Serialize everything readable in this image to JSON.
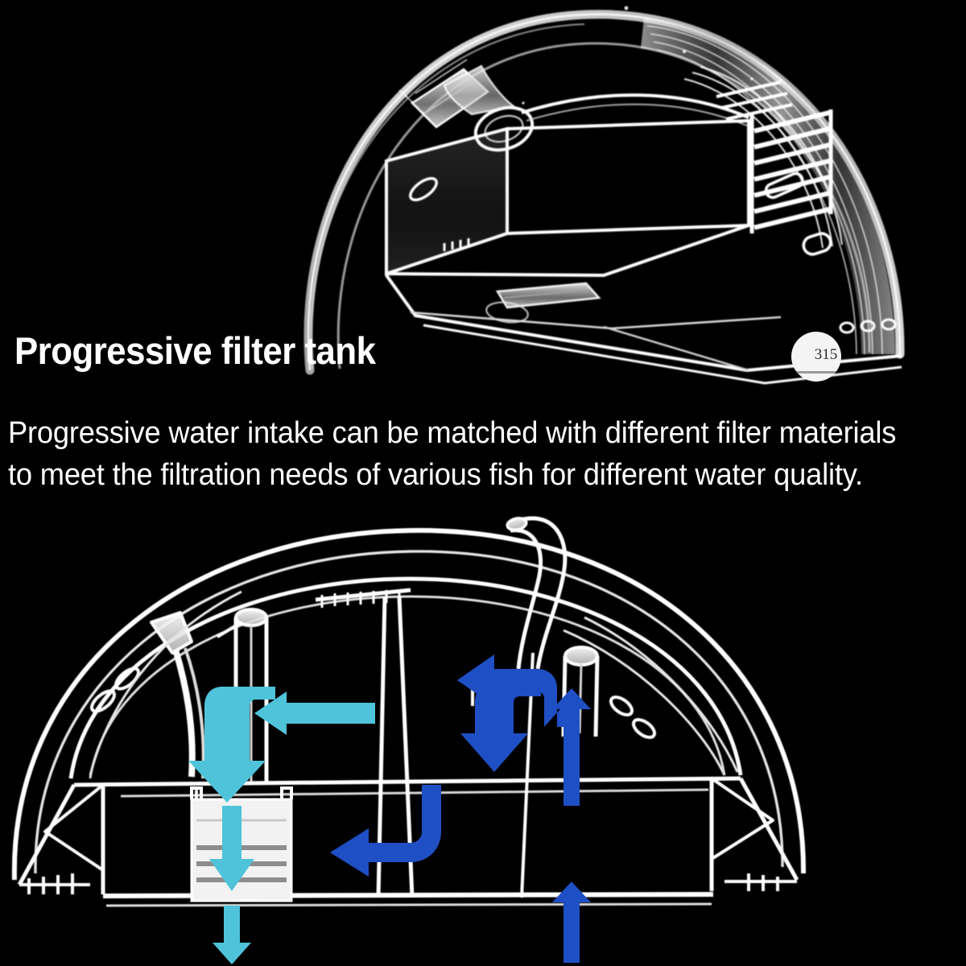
{
  "page": {
    "background_color": "#000000",
    "text_color": "#ffffff",
    "headline": "Progressive filter tank",
    "body_lines": [
      "Progressive water intake can be matched with different filter materials",
      "to meet the filtration needs of various fish for different water quality."
    ],
    "body_text_full": "Progressive water intake can be matched with different filter materials to meet the filtration needs of various fish for different water quality."
  },
  "badge": {
    "label": "315",
    "shape": "circle",
    "fill_color": "#f4f4f4",
    "text_color": "#2a2a2a"
  },
  "product_photo": {
    "caption_implied": "Transparent acrylic arch-shaped progressive filter tank, three-quarter view",
    "subject": "progressive-filter-tank",
    "material": "clear acrylic",
    "line_color": "#ffffff",
    "features": [
      "domed semicircular outer shell",
      "hanging bracket clip on top left",
      "circular intake port",
      "slotted comb-toothed water inlet grille on right wall",
      "ribbed channel wall on right",
      "oval overflow openings",
      "flat base tray with drainage slots"
    ]
  },
  "flow_diagram": {
    "title_implied": "Water flow path through progressive filter tank",
    "outline_color": "#ffffff",
    "stroke_width": 5,
    "flow_colors": {
      "intake_cyan": "#4FC3D9",
      "return_blue": "#1F4FC4"
    },
    "legend": [
      {
        "color_key": "intake_cyan",
        "color": "#4FC3D9",
        "meaning": "Water drawn in and passing down through filter media, then out of tank"
      },
      {
        "color_key": "return_blue",
        "color": "#1F4FC4",
        "meaning": "Filtered water rising and returning back into the aquarium"
      }
    ],
    "filter_cartridge": {
      "label_implied": "filter media cassette",
      "media_layers": 3,
      "fill_color": "#f2f2f2",
      "layer_color": "#8d8d8d"
    },
    "arrows": [
      {
        "id": "a1",
        "color_key": "intake_cyan",
        "direction": "left",
        "meaning": "surface water drawn toward inlet"
      },
      {
        "id": "a2",
        "color_key": "intake_cyan",
        "direction": "down-hook",
        "meaning": "water turns down into filter chamber"
      },
      {
        "id": "a3",
        "color_key": "intake_cyan",
        "direction": "down",
        "meaning": "water passes down through filter media"
      },
      {
        "id": "a4",
        "color_key": "intake_cyan",
        "direction": "down",
        "meaning": "filtered water exits base of tank"
      },
      {
        "id": "a5",
        "color_key": "return_blue",
        "direction": "down-hook",
        "meaning": "flow routed down in right chamber"
      },
      {
        "id": "a6",
        "color_key": "return_blue",
        "direction": "left-hook",
        "meaning": "flow turns left along tank floor"
      },
      {
        "id": "a7",
        "color_key": "return_blue",
        "direction": "up",
        "meaning": "water lifted up the riser"
      },
      {
        "id": "a8",
        "color_key": "return_blue",
        "direction": "up",
        "meaning": "water enters from aquarium below"
      },
      {
        "id": "a9",
        "color_key": "return_blue",
        "direction": "left-hook-up",
        "meaning": "outflow returns over the top back to tank"
      }
    ],
    "components": [
      "semicircular dome shell",
      "inner arc partition",
      "vertical baffle walls",
      "comb intake teeth (left and right bottom)",
      "suction tube with elbow",
      "riser pipe",
      "curved spout / outflow hook",
      "filter media cassette",
      "flat base plate"
    ]
  }
}
